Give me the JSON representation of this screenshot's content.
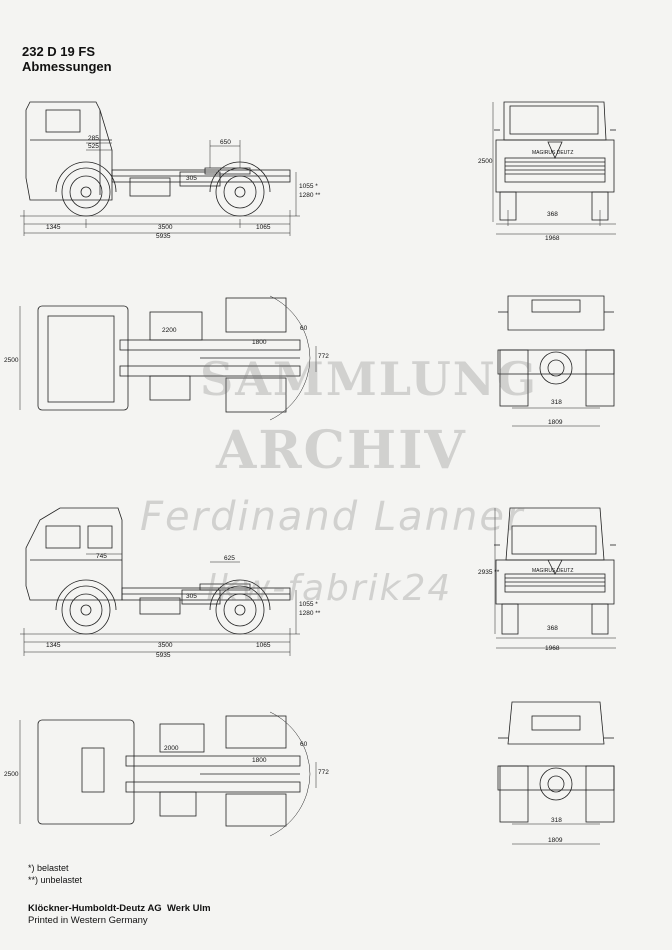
{
  "header": {
    "model": "232 D 19 FS",
    "subtitle": "Abmessungen"
  },
  "view1": {
    "d1": "285",
    "d2": "525",
    "d3": "650",
    "d4": "305",
    "h1": "1055 *",
    "h2": "1280 **",
    "l1": "1345",
    "l2": "3500",
    "l3": "1065",
    "total": "5935"
  },
  "front1": {
    "h": "2500",
    "track": "368",
    "width": "1968",
    "grille_brand": "MAGIRUS DEUTZ"
  },
  "top1": {
    "width": "2500",
    "d1": "2200",
    "d2": "1800",
    "d3": "772",
    "d4": "60"
  },
  "rear1": {
    "track": "318",
    "width": "1809"
  },
  "view3": {
    "d1": "745",
    "d2": "625",
    "d3": "305",
    "h1": "1055 *",
    "h2": "1280 **",
    "l1": "1345",
    "l2": "3500",
    "l3": "1065",
    "total": "5935"
  },
  "front2": {
    "h": "2935 **",
    "track": "368",
    "width": "1968",
    "grille_brand": "MAGIRUS DEUTZ"
  },
  "top2": {
    "width": "2500",
    "d1": "2000",
    "d2": "1800",
    "d3": "772",
    "d4": "60"
  },
  "rear2": {
    "track": "318",
    "width": "1809"
  },
  "watermark": {
    "line1": "SAMMLUNG",
    "line2": "ARCHIV",
    "line3": "Ferdinand Lanner",
    "line4": "lkw-fabrik24"
  },
  "footnotes": {
    "loaded": "*) belastet",
    "unloaded": "**) unbelastet"
  },
  "footer": {
    "company": "Klöckner-Humboldt-Deutz AG",
    "plant": "Werk Ulm",
    "printed": "Printed in Western Germany"
  }
}
